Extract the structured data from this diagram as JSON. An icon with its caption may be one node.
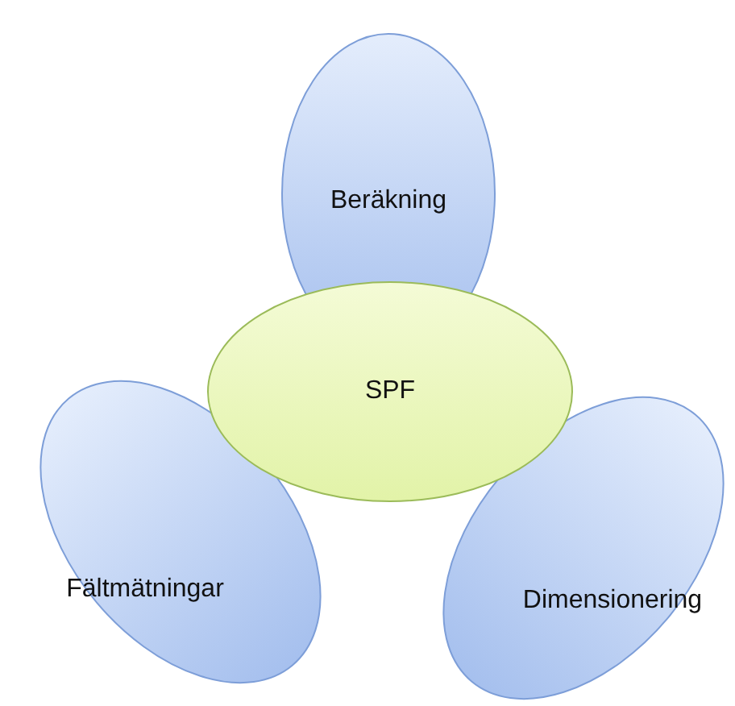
{
  "diagram": {
    "nodes": [
      {
        "text": [
          "Beräkning"
        ]
      },
      {
        "text": [
          "SPF"
        ]
      },
      {
        "text": [
          "Fältmätningar"
        ]
      },
      {
        "text": [
          "Dimensionering"
        ]
      }
    ]
  }
}
